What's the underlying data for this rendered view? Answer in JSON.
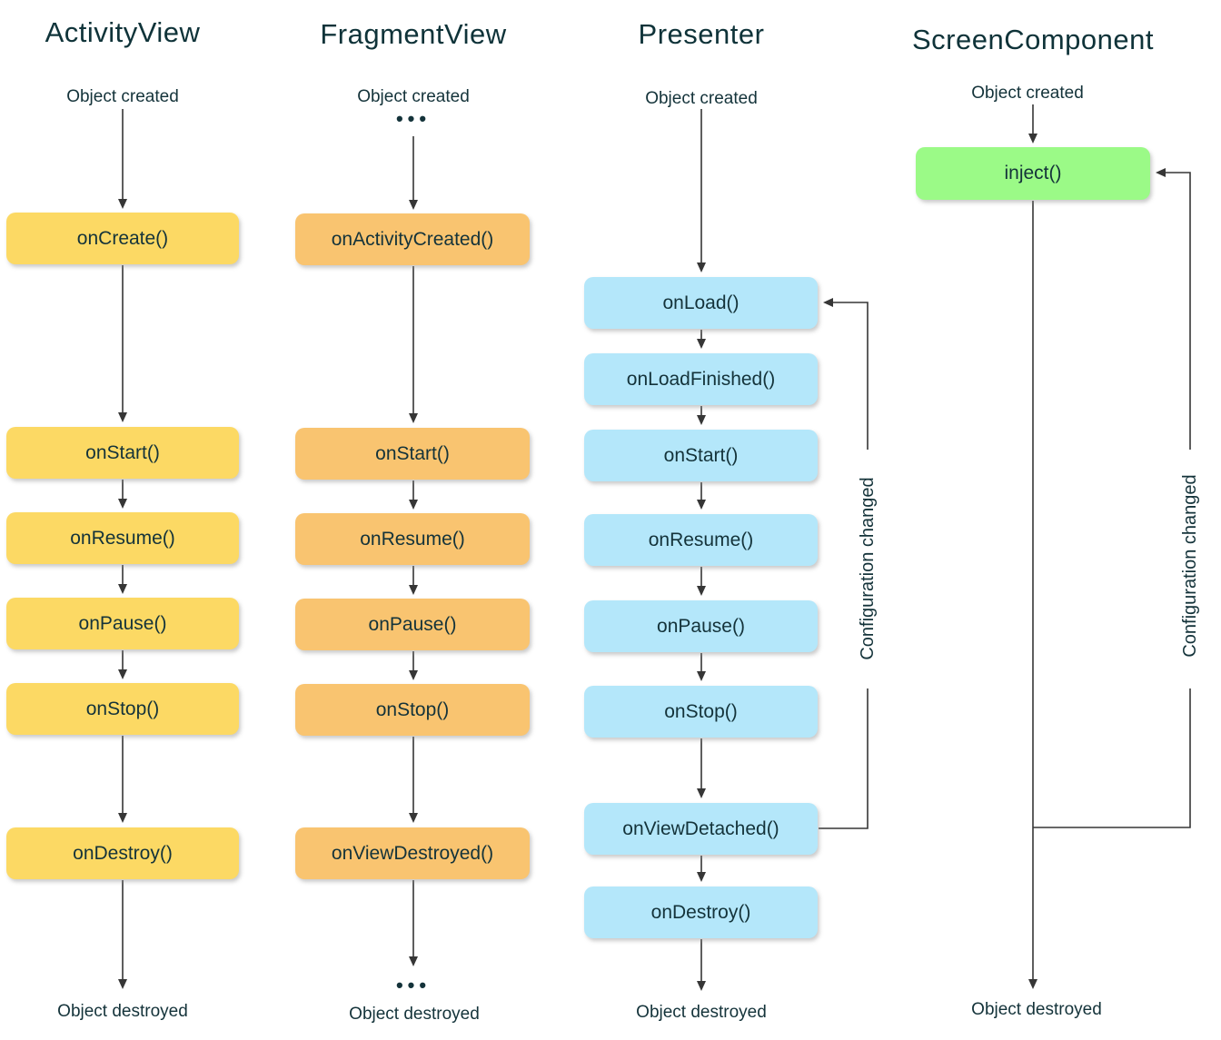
{
  "colors": {
    "bg": "#ffffff",
    "title": "#0f3339",
    "text": "#14333a",
    "arrow": "#363636",
    "yellow": "#fcd964",
    "orange": "#f9c470",
    "blue": "#b4e7fa",
    "green": "#9bfa87"
  },
  "labels": {
    "object_created": "Object created",
    "object_destroyed": "Object destroyed",
    "configuration_changed": "Configuration changed",
    "dots": "•••"
  },
  "columns": [
    {
      "title": "ActivityView",
      "start_label": "Object created",
      "end_label": "Object destroyed",
      "boxes": [
        "onCreate()",
        "onStart()",
        "onResume()",
        "onPause()",
        "onStop()",
        "onDestroy()"
      ]
    },
    {
      "title": "FragmentView",
      "start_label": "Object created",
      "end_label": "Object destroyed",
      "boxes": [
        "onActivityCreated()",
        "onStart()",
        "onResume()",
        "onPause()",
        "onStop()",
        "onViewDestroyed()"
      ]
    },
    {
      "title": "Presenter",
      "start_label": "Object created",
      "end_label": "Object destroyed",
      "loop_label": "Configuration changed",
      "boxes": [
        "onLoad()",
        "onLoadFinished()",
        "onStart()",
        "onResume()",
        "onPause()",
        "onStop()",
        "onViewDetached()",
        "onDestroy()"
      ]
    },
    {
      "title": "ScreenComponent",
      "start_label": "Object created",
      "end_label": "Object destroyed",
      "loop_label": "Configuration changed",
      "boxes": [
        "inject()"
      ]
    }
  ]
}
